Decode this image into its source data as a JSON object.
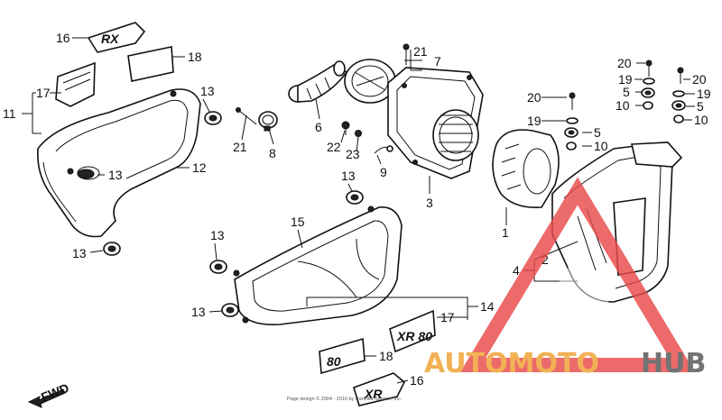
{
  "diagram": {
    "part_numbers": {
      "p1": "1",
      "p2": "2",
      "p3": "3",
      "p4": "4",
      "p5a": "5",
      "p5b": "5",
      "p5c": "5",
      "p6": "6",
      "p7": "7",
      "p8": "8",
      "p9": "9",
      "p10a": "10",
      "p10b": "10",
      "p10c": "10",
      "p11": "11",
      "p12": "12",
      "p13a": "13",
      "p13b": "13",
      "p13c": "13",
      "p13d": "13",
      "p13e": "13",
      "p13f": "13",
      "p14": "14",
      "p15": "15",
      "p16a": "16",
      "p16b": "16",
      "p17a": "17",
      "p17b": "17",
      "p18a": "18",
      "p18b": "18",
      "p19a": "19",
      "p19b": "19",
      "p19c": "19",
      "p20a": "20",
      "p20b": "20",
      "p20c": "20",
      "p21a": "21",
      "p21b": "21",
      "p22": "22",
      "p23": "23"
    },
    "decals": {
      "rx": "RX",
      "xr": "XR",
      "xr80": "XR 80",
      "eighty": "80"
    },
    "fwd_label": "FWD",
    "copyright": "Page design © 2004 - 2016 by Partzilla Service, Inc."
  },
  "watermark": {
    "word1": "AUTOMOTO",
    "word2": "HUB",
    "color1": "#f0a030",
    "color2": "#555555",
    "triangle_color": "#e84a4a"
  }
}
